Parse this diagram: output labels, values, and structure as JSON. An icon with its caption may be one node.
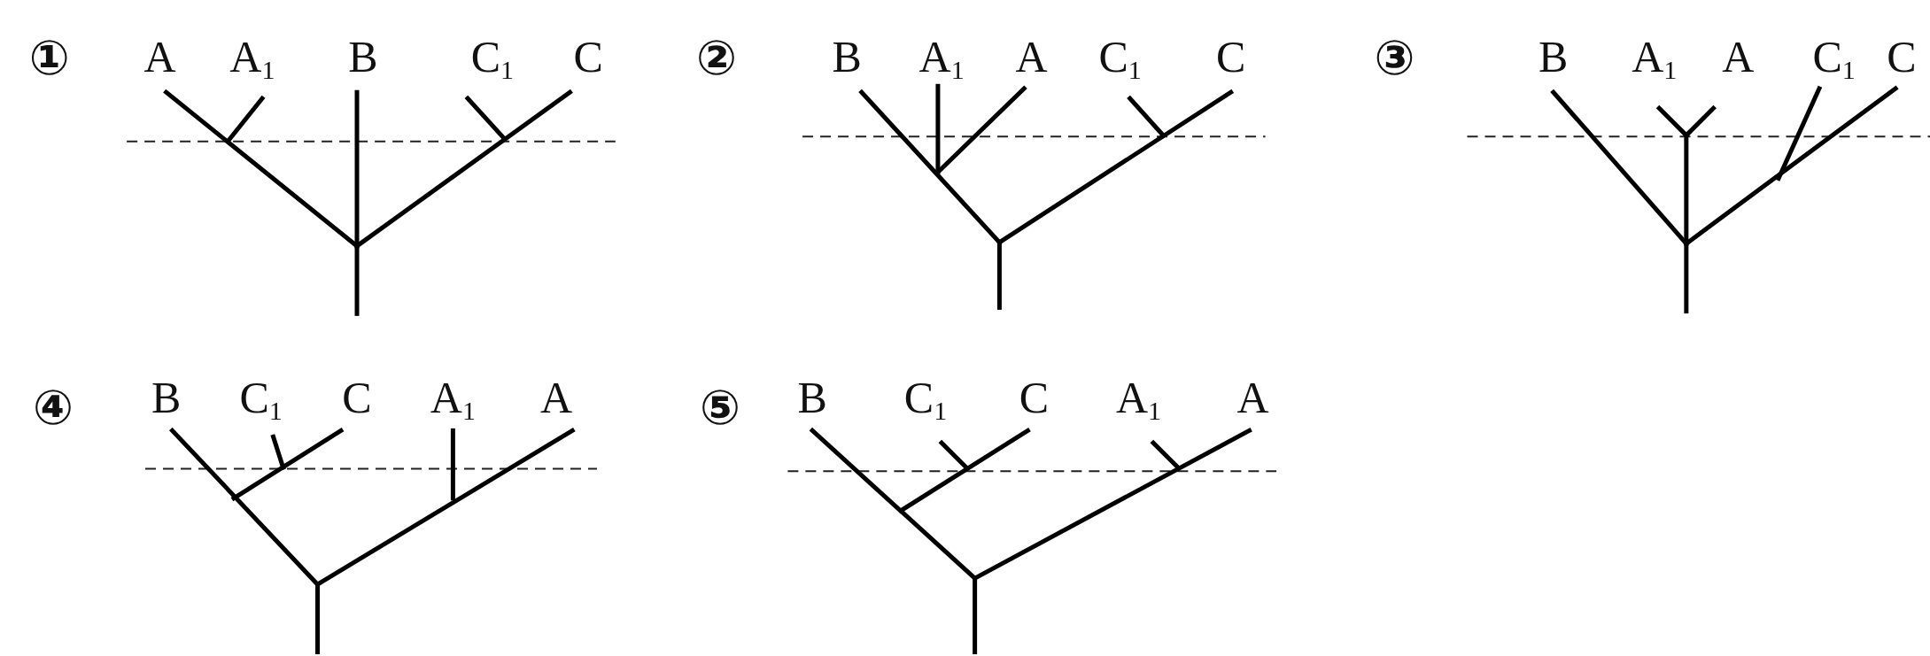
{
  "diagram": {
    "labels": [
      "①",
      "A",
      "A$_{1}$",
      "B",
      "C$_{1}$",
      "C",
      "②",
      "B",
      "A$_{1}$",
      "A",
      "C$_{1}$",
      "C",
      "③",
      "B",
      "A$_{1}$",
      "A",
      "C$_{1}$",
      "C",
      "④",
      "B",
      "C$_{1}$",
      "C",
      "A$_{1}$",
      "A",
      "⑤",
      "B",
      "C$_{1}$",
      "C",
      "A$_{1}$",
      "A"
    ]
  }
}
